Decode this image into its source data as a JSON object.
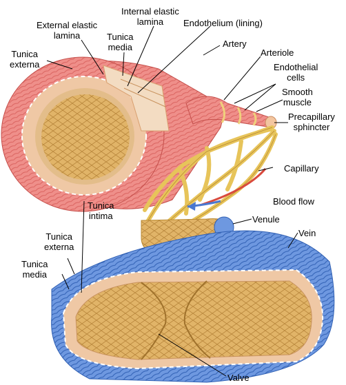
{
  "labels": {
    "internal_elastic_lamina": [
      "Internal elastic",
      "lamina"
    ],
    "external_elastic_lamina": [
      "External elastic",
      "lamina"
    ],
    "endothelium_lining": "Endothelium (lining)",
    "tunica_media_top": [
      "Tunica",
      "media"
    ],
    "tunica_externa_top": [
      "Tunica",
      "externa"
    ],
    "artery": "Artery",
    "arteriole": "Arteriole",
    "endothelial_cells": [
      "Endothelial",
      "cells"
    ],
    "smooth_muscle": [
      "Smooth",
      "muscle"
    ],
    "precapillary_sphincter": [
      "Precapillary",
      "sphincter"
    ],
    "capillary": "Capillary",
    "blood_flow": "Blood flow",
    "tunica_intima": [
      "Tunica",
      "intima"
    ],
    "venule": "Venule",
    "vein": "Vein",
    "tunica_externa_bottom": [
      "Tunica",
      "externa"
    ],
    "tunica_media_bottom": [
      "Tunica",
      "media"
    ],
    "valve": "Valve"
  },
  "colors": {
    "artery_wall": "#ef8f8a",
    "artery_wall_dark": "#d9625e",
    "tunica_media_band": "#efc8a5",
    "lumen_fill": "#e1b468",
    "vein_wall": "#5a88d6",
    "vein_wall_dark": "#2f5fb3",
    "capillary_fill": "#f0d07c",
    "flow_arrow_red": "#d94a3e",
    "flow_arrow_blue": "#4a78d0"
  }
}
